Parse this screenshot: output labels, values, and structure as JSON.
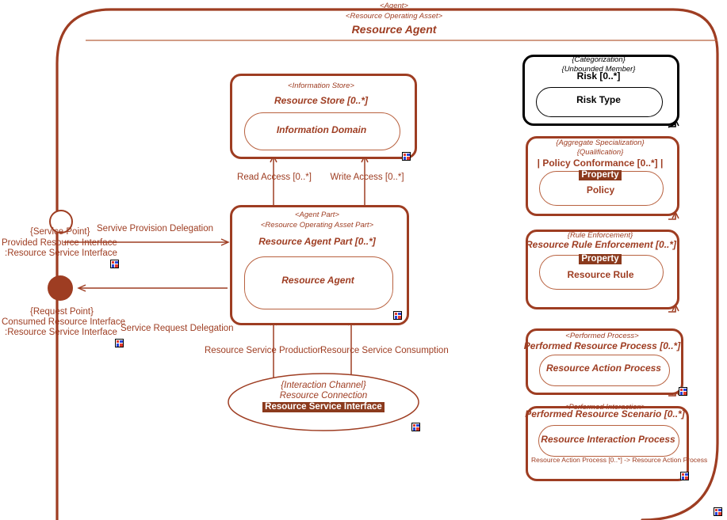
{
  "diagram": {
    "title": "Resource Agent",
    "stereotype_1": "<Agent>",
    "stereotype_2": "<Resource Operating Asset>"
  },
  "colors": {
    "brown": "#9e3d22",
    "brown_light": "#b8613f",
    "highlight_bg": "#8b3a1d",
    "black": "#000000",
    "white": "#ffffff"
  },
  "resource_store": {
    "stereotype": "<Information Store>",
    "name": "Resource Store [0..*]",
    "inner": "Information Domain"
  },
  "resource_agent_part": {
    "stereotype_1": "<Agent Part>",
    "stereotype_2": "<Resource Operating Asset Part>",
    "name": "Resource Agent Part [0..*]",
    "inner": "Resource Agent"
  },
  "interaction_channel": {
    "stereotype": "{Interaction Channel}",
    "name": "Resource Connection",
    "interface": "Resource Service Interface"
  },
  "edges": {
    "read_access": "Read Access [0..*]",
    "write_access": "Write Access [0..*]",
    "service_production": "Resource Service Production",
    "service_consumption": "Resource Service Consumption",
    "provision_delegation": "Servive Provision Delegation",
    "request_delegation": "Service Request Delegation"
  },
  "ports": {
    "service_point": {
      "stereotype": "{Service Point}",
      "line_1": "Provided Resource Interface",
      "line_2": ":Resource Service Interface"
    },
    "request_point": {
      "stereotype": "{Request Point}",
      "line_1": "Consumed Resource Interface",
      "line_2": ":Resource Service Interface"
    }
  },
  "right_boxes": [
    {
      "id": "risk",
      "stereotype_1": "{Categorization}",
      "stereotype_2": "{Unbounded Member}",
      "name": "Risk [0..*]",
      "inner": "Risk Type",
      "style": "black"
    },
    {
      "id": "policy-conformance",
      "stereotype_1": "{Aggregate Specialization}",
      "stereotype_2": "{Qualification}",
      "name": "| Policy Conformance [0..*] |",
      "tag": "Property",
      "inner": "Policy",
      "style": "brown"
    },
    {
      "id": "resource-rule-enforcement",
      "stereotype_1": "{Rule Enforcement}",
      "name": "Resource Rule Enforcement [0..*]",
      "tag": "Property",
      "inner": "Resource Rule",
      "style": "brown"
    },
    {
      "id": "performed-resource-process",
      "stereotype_1": "<Performed Process>",
      "name": "Performed Resource Process [0..*]",
      "inner": "Resource Action Process",
      "style": "brown"
    },
    {
      "id": "performed-resource-scenario",
      "stereotype_1": "<Performed Interaction>",
      "name": "Performed Resource Scenario [0..*]",
      "inner": "Resource Interaction Process",
      "note": "Resource Action Process [0..*] -> Resource Action Process",
      "style": "brown"
    }
  ]
}
